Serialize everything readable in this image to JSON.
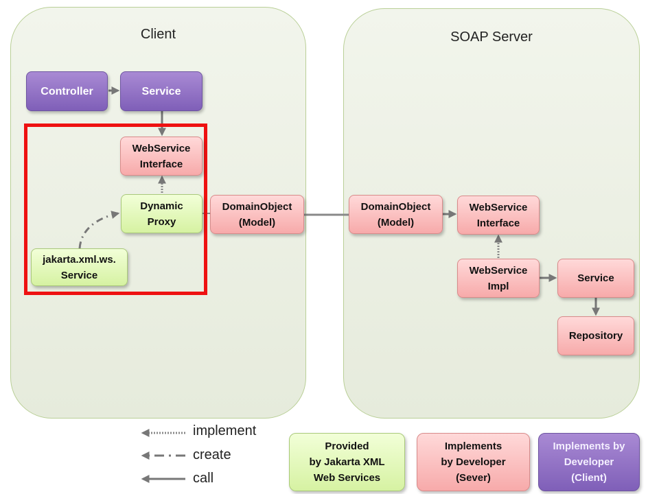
{
  "client": {
    "title": "Client",
    "controller": "Controller",
    "service": "Service",
    "ws_interface": "WebService\nInterface",
    "dynamic_proxy": "Dynamic\nProxy",
    "jakarta_service": "jakarta.xml.ws.\nService"
  },
  "middle": {
    "client_domain_object": "DomainObject\n(Model)",
    "server_domain_object": "DomainObject\n(Model)"
  },
  "server": {
    "title": "SOAP Server",
    "ws_interface": "WebService\nInterface",
    "ws_impl": "WebService\nImpl",
    "service": "Service",
    "repository": "Repository"
  },
  "legend": {
    "implement": "implement",
    "create": "create",
    "call": "call",
    "provided": "Provided\nby Jakarta XML\nWeb Services",
    "impl_server": "Implements\nby Developer\n(Sever)",
    "impl_client": "Implements by\nDeveloper\n(Client)"
  },
  "colors": {
    "client_box": "#8e6cc4",
    "developer_server_box": "#f9b8b8",
    "provided_box": "#e2f7bb",
    "highlight": "#ee1111",
    "arrow": "#777777"
  }
}
